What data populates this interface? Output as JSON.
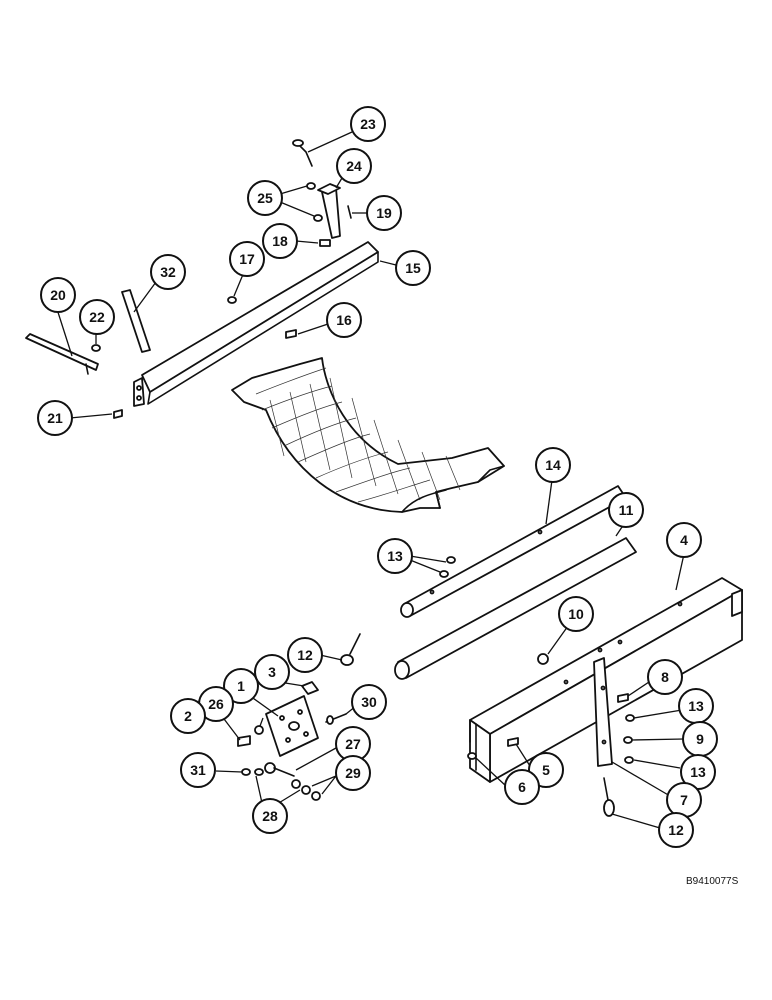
{
  "drawing_code": "B9410077S",
  "callouts": [
    {
      "id": "c23",
      "label": "23"
    },
    {
      "id": "c24",
      "label": "24"
    },
    {
      "id": "c25",
      "label": "25"
    },
    {
      "id": "c19",
      "label": "19"
    },
    {
      "id": "c18",
      "label": "18"
    },
    {
      "id": "c17",
      "label": "17"
    },
    {
      "id": "c15",
      "label": "15"
    },
    {
      "id": "c32",
      "label": "32"
    },
    {
      "id": "c20",
      "label": "20"
    },
    {
      "id": "c22",
      "label": "22"
    },
    {
      "id": "c16",
      "label": "16"
    },
    {
      "id": "c21",
      "label": "21"
    },
    {
      "id": "c14",
      "label": "14"
    },
    {
      "id": "c11",
      "label": "11"
    },
    {
      "id": "c13a",
      "label": "13"
    },
    {
      "id": "c4",
      "label": "4"
    },
    {
      "id": "c10",
      "label": "10"
    },
    {
      "id": "c12a",
      "label": "12"
    },
    {
      "id": "c1",
      "label": "1"
    },
    {
      "id": "c3",
      "label": "3"
    },
    {
      "id": "c26",
      "label": "26"
    },
    {
      "id": "c2",
      "label": "2"
    },
    {
      "id": "c30",
      "label": "30"
    },
    {
      "id": "c27",
      "label": "27"
    },
    {
      "id": "c31",
      "label": "31"
    },
    {
      "id": "c29",
      "label": "29"
    },
    {
      "id": "c28",
      "label": "28"
    },
    {
      "id": "c8",
      "label": "8"
    },
    {
      "id": "c13b",
      "label": "13"
    },
    {
      "id": "c9",
      "label": "9"
    },
    {
      "id": "c13c",
      "label": "13"
    },
    {
      "id": "c5",
      "label": "5"
    },
    {
      "id": "c6",
      "label": "6"
    },
    {
      "id": "c7",
      "label": "7"
    },
    {
      "id": "c12b",
      "label": "12"
    }
  ]
}
